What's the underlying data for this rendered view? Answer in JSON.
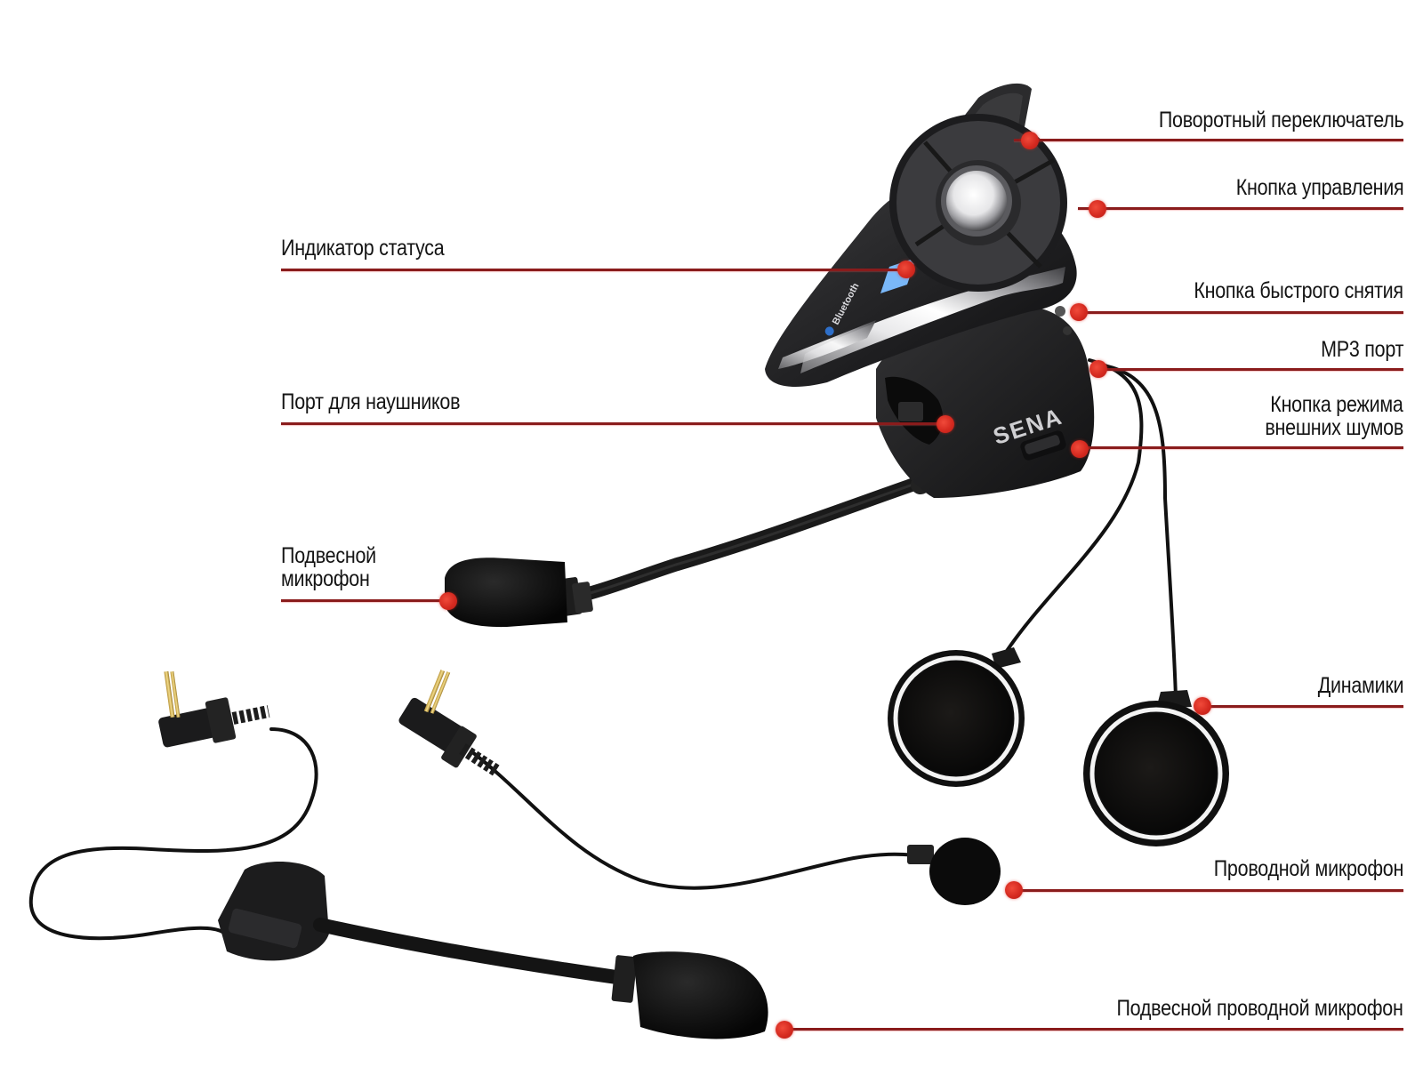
{
  "diagram": {
    "subject": "Bluetooth motorcycle headset kit",
    "brand_mark": "SENA",
    "bluetooth_mark": "Bluetooth",
    "colors": {
      "leader_line": "#8a1c1c",
      "callout_dot": "#d52a20",
      "label_text": "#141414",
      "background": "#ffffff",
      "status_led": "#4fa3ff"
    }
  },
  "callouts": {
    "rotary_switch": {
      "label": "Поворотный переключатель",
      "side": "right"
    },
    "control_button": {
      "label": "Кнопка управления",
      "side": "right"
    },
    "status_indicator": {
      "label": "Индикатор статуса",
      "side": "left"
    },
    "quick_release": {
      "label": "Кнопка быстрого снятия",
      "side": "right"
    },
    "mp3_port": {
      "label": "MP3 порт",
      "side": "right"
    },
    "headset_port": {
      "label": "Порт для наушников",
      "side": "left"
    },
    "ambient_mode_line1": {
      "label": "Кнопка режима",
      "side": "right"
    },
    "ambient_mode_line2": {
      "label": "внешних шумов",
      "side": "right"
    },
    "boom_mic_line1": {
      "label": "Подвесной",
      "side": "left"
    },
    "boom_mic_line2": {
      "label": "микрофон",
      "side": "left"
    },
    "speakers": {
      "label": "Динамики",
      "side": "right"
    },
    "wired_mic": {
      "label": "Проводной микрофон",
      "side": "right"
    },
    "wired_boom_mic": {
      "label": "Подвесной проводной микрофон",
      "side": "right"
    }
  }
}
